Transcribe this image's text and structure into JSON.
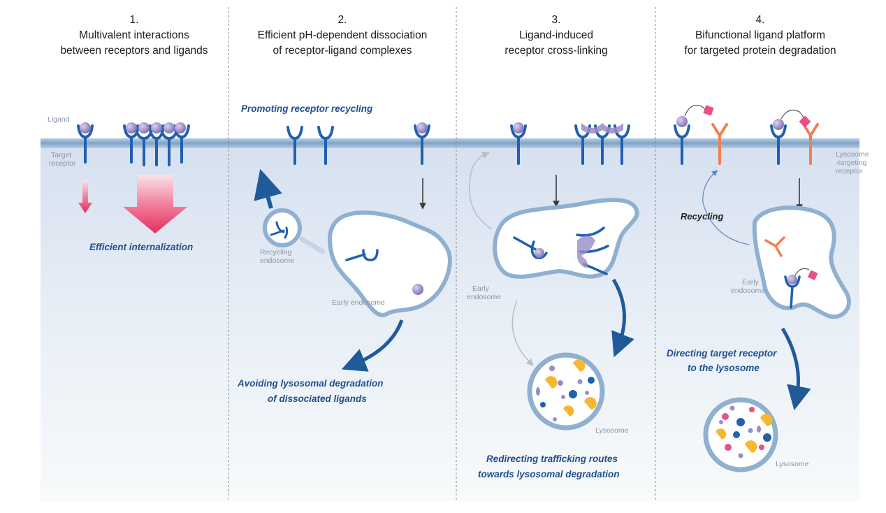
{
  "panels": [
    {
      "number": "1.",
      "title_line1": "Multivalent interactions",
      "title_line2": "between receptors and ligands"
    },
    {
      "number": "2.",
      "title_line1": "Efficient pH-dependent dissociation",
      "title_line2": "of receptor-ligand complexes"
    },
    {
      "number": "3.",
      "title_line1": "Ligand-induced",
      "title_line2": "receptor cross-linking"
    },
    {
      "number": "4.",
      "title_line1": "Bifunctional ligand platform",
      "title_line2": "for targeted protein degradation"
    }
  ],
  "labels": {
    "ligand": "Ligand",
    "target_receptor_1": "Target",
    "target_receptor_2": "receptor",
    "efficient_internalization": "Efficient internalization",
    "promoting_recycling": "Promoting receptor recycling",
    "recycling_endosome_1": "Recycling",
    "recycling_endosome_2": "endosome",
    "early_endosome_p2": "Early endosome",
    "avoiding_1": "Avoiding lysosomal degradation",
    "avoiding_2": "of dissociated ligands",
    "early_endosome_p3_1": "Early",
    "early_endosome_p3_2": "endosome",
    "lysosome_p3": "Lysosome",
    "redirecting_1": "Redirecting trafficking routes",
    "redirecting_2": "towards lysosomal degradation",
    "lysosome_targeting_1": "Lysosome",
    "lysosome_targeting_2": "-targeting",
    "lysosome_targeting_3": "receptor",
    "recycling": "Recycling",
    "early_endosome_p4_1": "Early",
    "early_endosome_p4_2": "endosome",
    "directing_1": "Directing target receptor",
    "directing_2": "to the lysosome",
    "lysosome_p4": "Lysosome"
  },
  "colors": {
    "receptor": "#2060b0",
    "lysosome_receptor": "#f08050",
    "ligand": "#9a8cc8",
    "membrane": "#8fb0d0",
    "arrow_internalization": "#e8305a",
    "arrow_traffic": "#1f5a9a",
    "emphasis_text": "#1f4f8f"
  }
}
